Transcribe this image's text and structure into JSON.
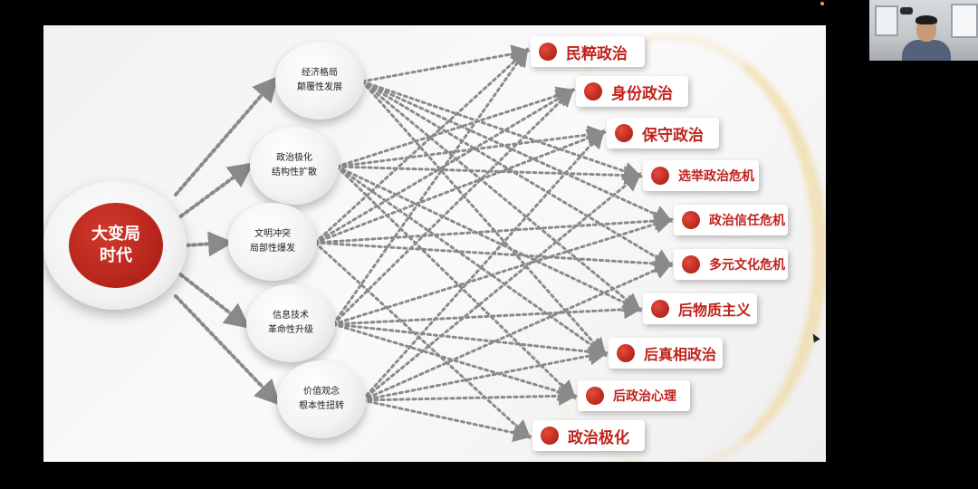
{
  "slide": {
    "center": {
      "line1": "大变局",
      "line2": "时代"
    },
    "causes": [
      {
        "line1": "经济格局",
        "line2": "颠覆性发展"
      },
      {
        "line1": "政治极化",
        "line2": "结构性扩散"
      },
      {
        "line1": "文明冲突",
        "line2": "局部性爆发"
      },
      {
        "line1": "信息技术",
        "line2": "革命性升级"
      },
      {
        "line1": "价值观念",
        "line2": "根本性扭转"
      }
    ],
    "effects": [
      "民粹政治",
      "身份政治",
      "保守政治",
      "选举政治危机",
      "政治信任危机",
      "多元文化危机",
      "后物质主义",
      "后真相政治",
      "后政治心理",
      "政治极化"
    ]
  },
  "colors": {
    "accent_red": "#c0221b",
    "arrow_gray": "#8a8a8a",
    "arc_gold": "#f1d38c"
  },
  "webcam": {
    "icon": "participant-video"
  }
}
